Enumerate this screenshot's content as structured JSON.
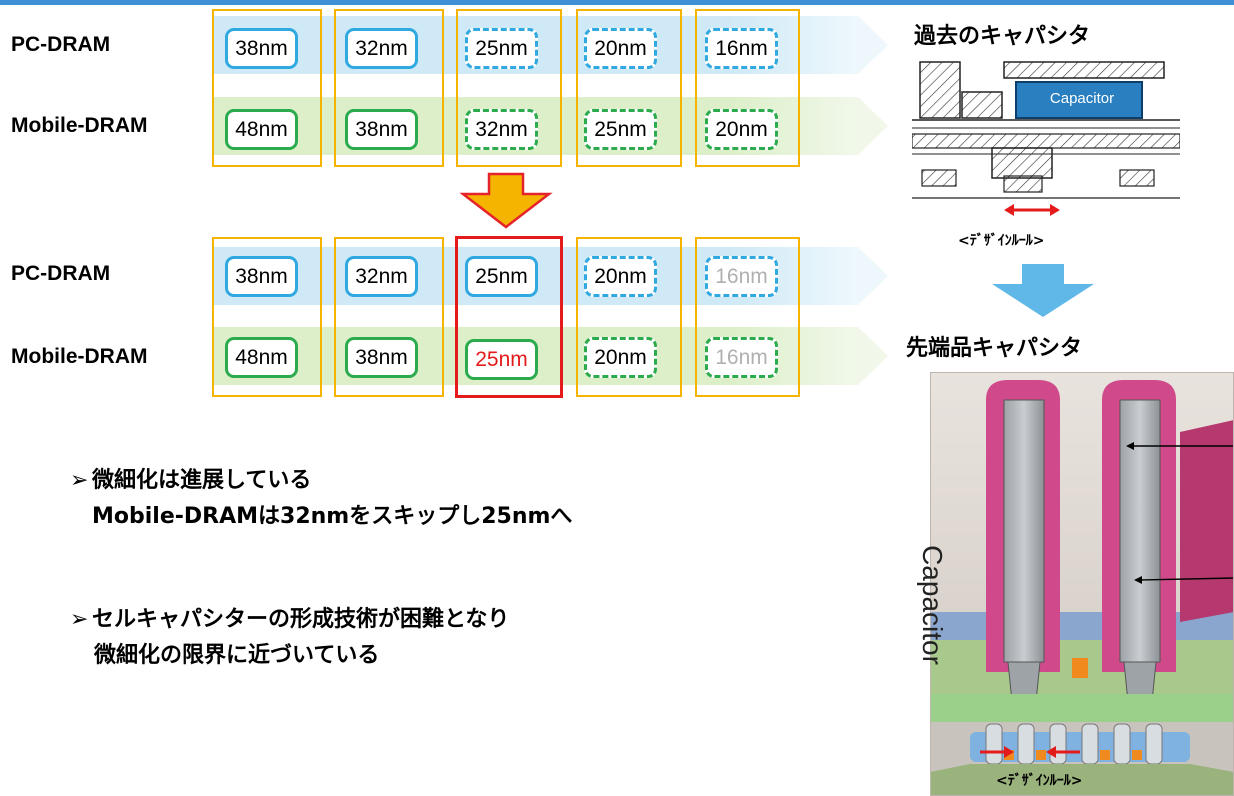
{
  "rows_top": {
    "pc_label": "PC-DRAM",
    "mobile_label": "Mobile-DRAM",
    "pc_nodes": [
      "38nm",
      "32nm",
      "25nm",
      "20nm",
      "16nm"
    ],
    "mobile_nodes": [
      "48nm",
      "38nm",
      "32nm",
      "25nm",
      "20nm"
    ]
  },
  "rows_bottom": {
    "pc_label": "PC-DRAM",
    "mobile_label": "Mobile-DRAM",
    "pc_nodes": [
      "38nm",
      "32nm",
      "25nm",
      "20nm",
      "16nm"
    ],
    "mobile_nodes": [
      "48nm",
      "38nm",
      "25nm",
      "20nm",
      "16nm"
    ]
  },
  "bullets": [
    {
      "marker": "➢",
      "lines": [
        "微細化は進展している",
        "Mobile-DRAMは32nmをスキップし25nmへ"
      ]
    },
    {
      "marker": "➢",
      "lines": [
        "セルキャパシターの形成技術が困難となり",
        "微細化の限界に近づいている"
      ]
    }
  ],
  "right_panel": {
    "old_title": "過去のキャパシタ",
    "old_capacitor_label": "Capacitor",
    "design_rule_label": "<ﾃﾞｻﾞｲﾝﾙｰﾙ>",
    "new_title": "先端品キャパシタ",
    "new_capacitor_label": "Capacitor",
    "new_design_rule_label": "<ﾃﾞｻﾞｲﾝﾙｰﾙ>"
  },
  "colors": {
    "pc_blue": "#2fa9e0",
    "mobile_green": "#2bab4d",
    "column_frame": "#f5b400",
    "highlight_red": "#e31b1b",
    "down_arrow": "#f5b400",
    "transition_arrow": "#5fb8e8"
  }
}
